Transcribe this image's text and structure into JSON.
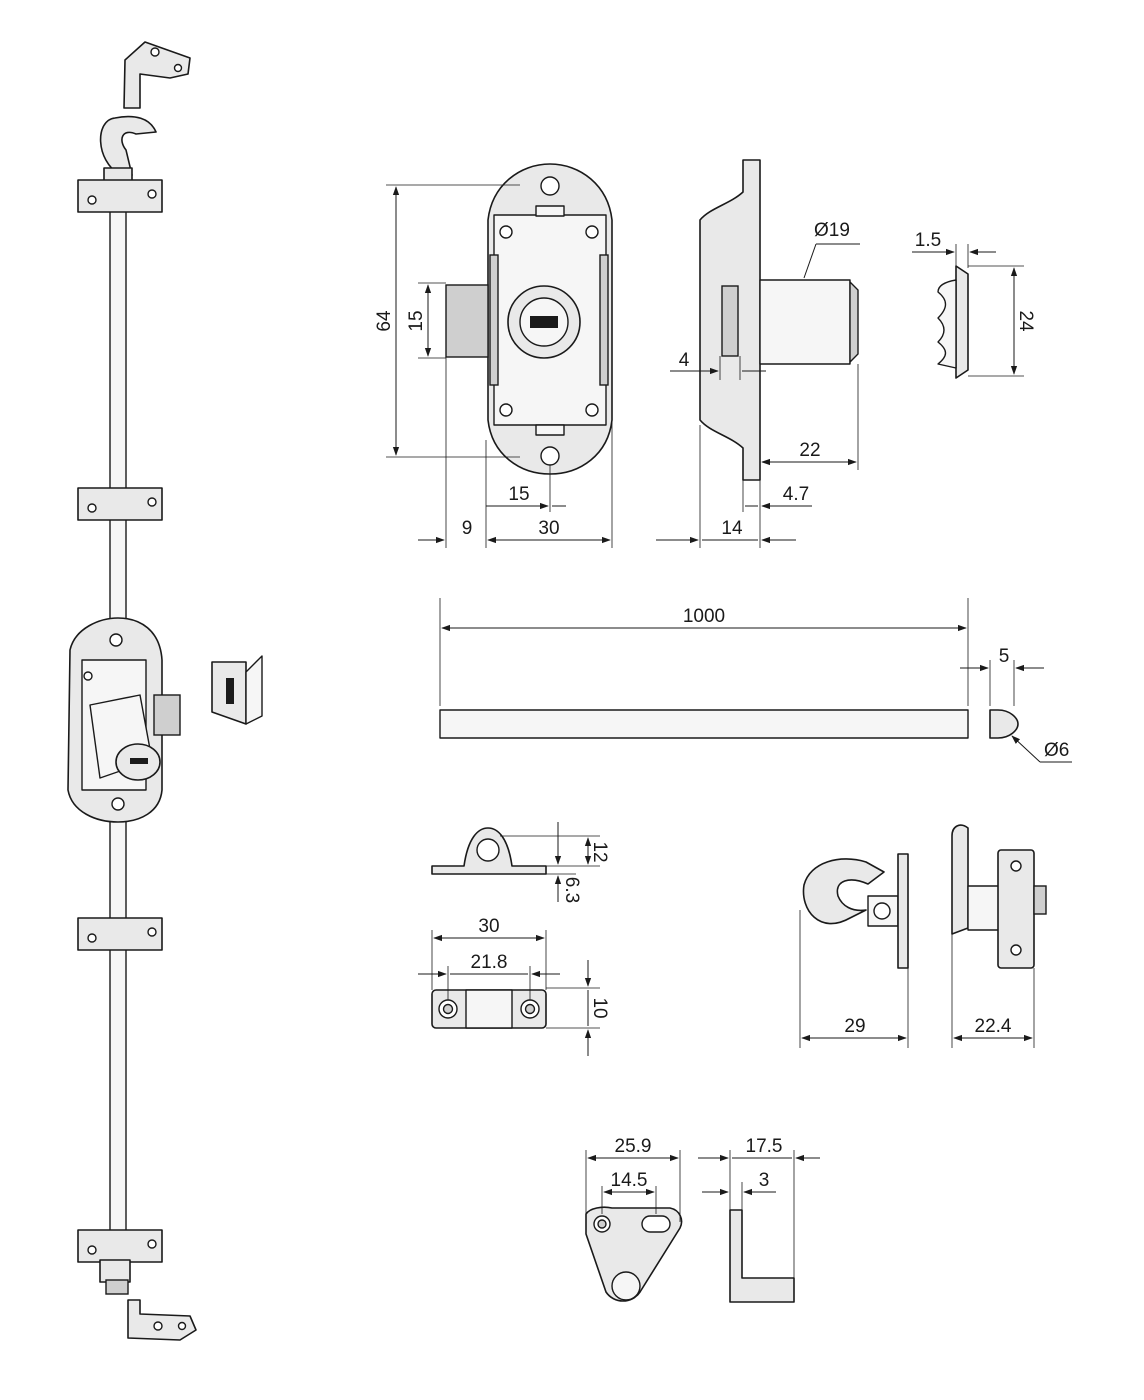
{
  "dimensions": {
    "lock_height": "64",
    "lock_bolt_height": "15",
    "lock_key_offset": "15",
    "lock_bolt_width": "9",
    "lock_body_width": "30",
    "cylinder_diameter": "Ø19",
    "plate_thickness": "4",
    "cylinder_length": "22",
    "side_depth": "14",
    "side_offset": "4.7",
    "strike_thickness": "1.5",
    "strike_height": "24",
    "rod_length": "1000",
    "rod_end": "5",
    "rod_diameter": "Ø6",
    "guide_height": "12",
    "guide_base": "6.3",
    "guide_width": "30",
    "guide_hole_spacing": "21.8",
    "guide_depth": "10",
    "hook_width": "29",
    "hook_depth": "22.4",
    "catch_width": "25.9",
    "catch_hole_spacing": "14.5",
    "catch_depth": "17.5",
    "catch_thickness": "3"
  },
  "colors": {
    "line": "#1a1a1a",
    "metal": "#e9e9e9",
    "metal_light": "#f6f6f6",
    "metal_dark": "#cfcfcf"
  }
}
